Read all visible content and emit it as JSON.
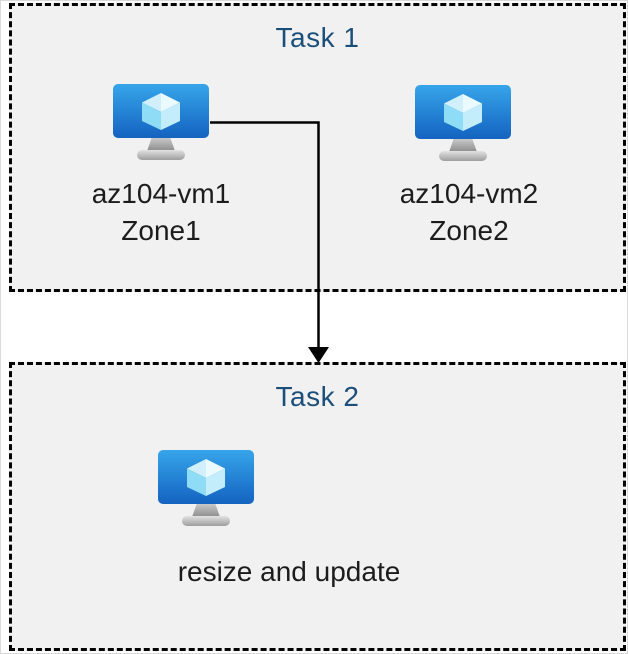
{
  "diagram": {
    "task1": {
      "title": "Task 1",
      "vms": [
        {
          "name": "az104-vm1",
          "zone": "Zone1"
        },
        {
          "name": "az104-vm2",
          "zone": "Zone2"
        }
      ]
    },
    "task2": {
      "title": "Task 2",
      "caption": "resize and update"
    },
    "icons": {
      "vm": "virtual-machine-icon",
      "disks": "managed-disks-icon",
      "arrow": "elbow-arrow-connector"
    },
    "colors": {
      "title_text": "#1b4e79",
      "label_text": "#1c1c1c",
      "box_background": "#f1f1f1",
      "box_border": "#000000",
      "arrow": "#000000",
      "vm_monitor_top": "#37a5ea",
      "vm_monitor_bottom": "#1463c0",
      "vm_cube_light": "#eafaff",
      "vm_cube_mid": "#8edcf6",
      "vm_stand_gray": "#9b9b9b",
      "disk_blue_top": "#3f8edc",
      "disk_blue_rim": "#0d68bd",
      "disk_blue_hole": "#0c5aa8",
      "disk_green_top": "#72bd3e",
      "disk_green_rim": "#55961d",
      "disk_green_hole": "#5da32b"
    }
  }
}
